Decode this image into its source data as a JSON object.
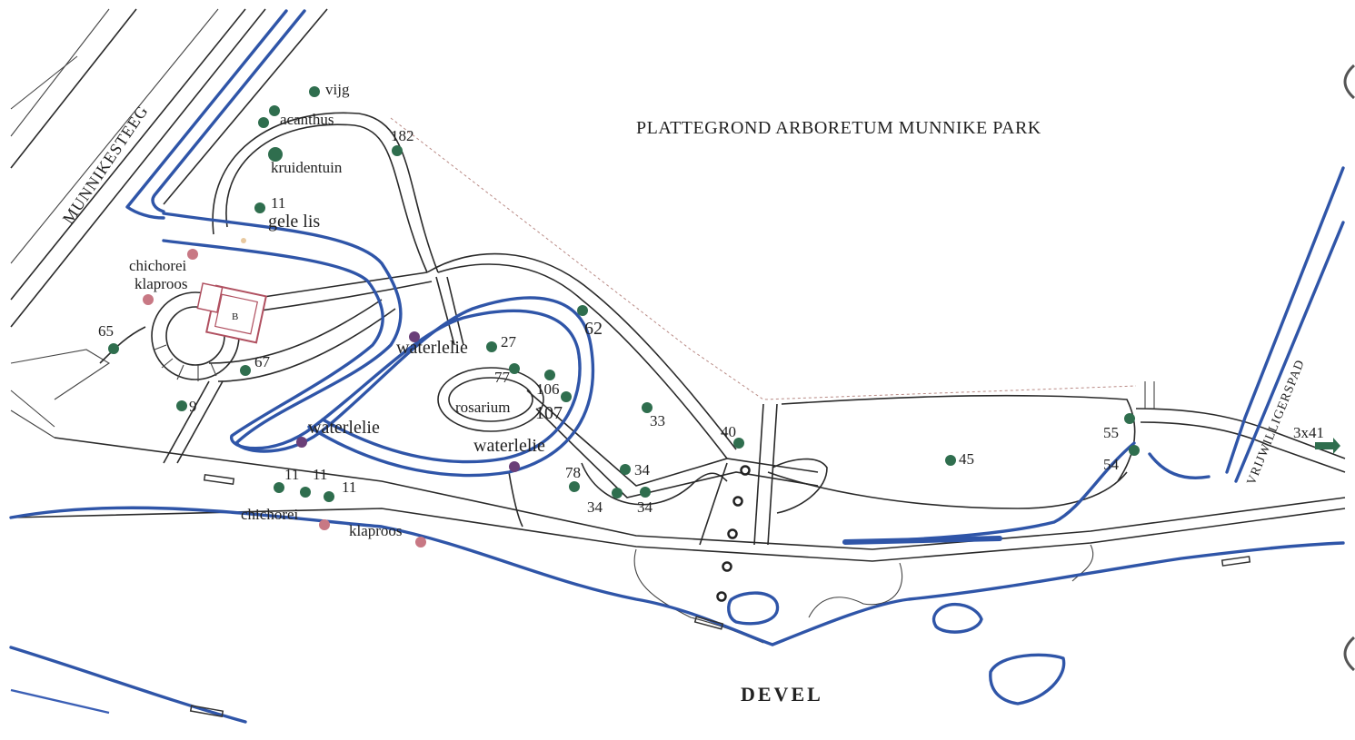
{
  "title": "PLATTEGROND ARBORETUM MUNNIKE PARK",
  "river": "DEVEL",
  "streets": {
    "west": "MUNNIKESTEEG",
    "east": "VRIJWILLIGERSPAD"
  },
  "building_label": "B",
  "colors": {
    "tree": "#2f6e4e",
    "flower": "#c87884",
    "water_plant": "#6a3f78",
    "water": "#2f55a8",
    "path": "#2a2a2a",
    "bollard": "#222222"
  },
  "labels": {
    "vijg": "vijg",
    "acanthus": "acanthus",
    "n182": "182",
    "kruidentuin": "kruidentuin",
    "n11_top": "11",
    "gele_lis": "gele lis",
    "chichorei_top": "chichorei",
    "klaproos_top": "klaproos",
    "n65": "65",
    "n67": "67",
    "n9": "9",
    "waterlelie_1": "waterlelie",
    "n27": "27",
    "n62": "62",
    "n77": "77",
    "n106": "106",
    "rosarium": "rosarium",
    "n107": "107",
    "n33": "33",
    "n40": "40",
    "waterlelie_2": "waterlelie",
    "waterlelie_3": "waterlelie",
    "n78": "78",
    "n34_a": "34",
    "n34_b": "34",
    "n34_c": "34",
    "n11_a": "11",
    "n11_b": "11",
    "n11_c": "11",
    "chichorei_bottom": "chichorei",
    "klaproos_bottom": "klaproos",
    "n45": "45",
    "n55": "55",
    "n54": "54",
    "n3x41": "3x41"
  }
}
